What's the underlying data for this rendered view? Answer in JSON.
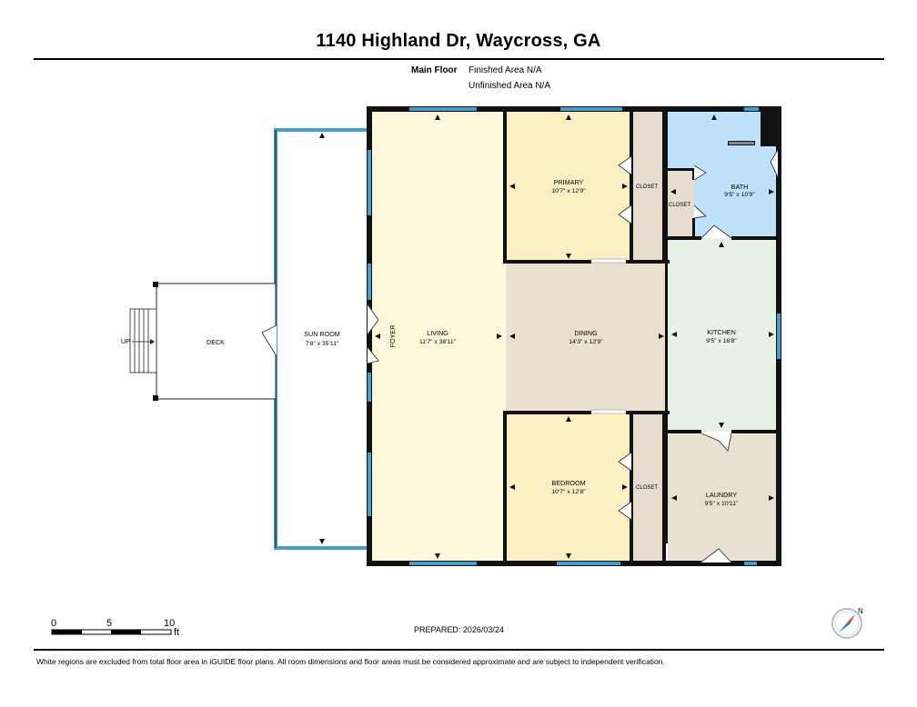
{
  "title": "1140 Highland Dr, Waycross, GA",
  "floor": {
    "name": "Main Floor",
    "finished_area": "Finished Area N/A",
    "unfinished_area": "Unfinished Area N/A"
  },
  "rooms": {
    "deck": {
      "name": "DECK",
      "up": "UP"
    },
    "sunroom": {
      "name": "SUN ROOM",
      "dims": "7'8\" x 35'11\""
    },
    "foyer": {
      "name": "FOYER"
    },
    "living": {
      "name": "LIVING",
      "dims": "11'7\" x 38'11\""
    },
    "primary": {
      "name": "PRIMARY",
      "dims": "10'7\" x 12'9\""
    },
    "closet1": {
      "name": "CLOSET"
    },
    "closet2": {
      "name": "CLOSET"
    },
    "closet3": {
      "name": "CLOSET"
    },
    "bath": {
      "name": "BATH",
      "dims": "9'5\" x 10'9\""
    },
    "dining": {
      "name": "DINING",
      "dims": "14'3\" x 12'9\""
    },
    "kitchen": {
      "name": "KITCHEN",
      "dims": "9'5\" x 16'8\""
    },
    "bedroom": {
      "name": "BEDROOM",
      "dims": "10'7\" x 12'8\""
    },
    "laundry": {
      "name": "LAUNDRY",
      "dims": "9'5\" x 10'11\""
    }
  },
  "scale": {
    "t0": "0",
    "t5": "5",
    "t10": "10",
    "unit": "ft"
  },
  "prepared": "PREPARED: 2026/03/24",
  "compass_letter": "N",
  "footer": "White regions are excluded from total floor area in iGUIDE floor plans. All room dimensions and floor areas must be considered approximate and are subject to independent verification.",
  "colors": {
    "living": "#FDF7DC",
    "primary": "#FCEFC4",
    "dining": "#E9E0CF",
    "closet": "#E6DDCE",
    "bath": "#BFE2FA",
    "kitchen": "#E6F2E6",
    "laundry": "#E8E0D0",
    "window": "#4A9CC8",
    "wall": "#111111"
  }
}
